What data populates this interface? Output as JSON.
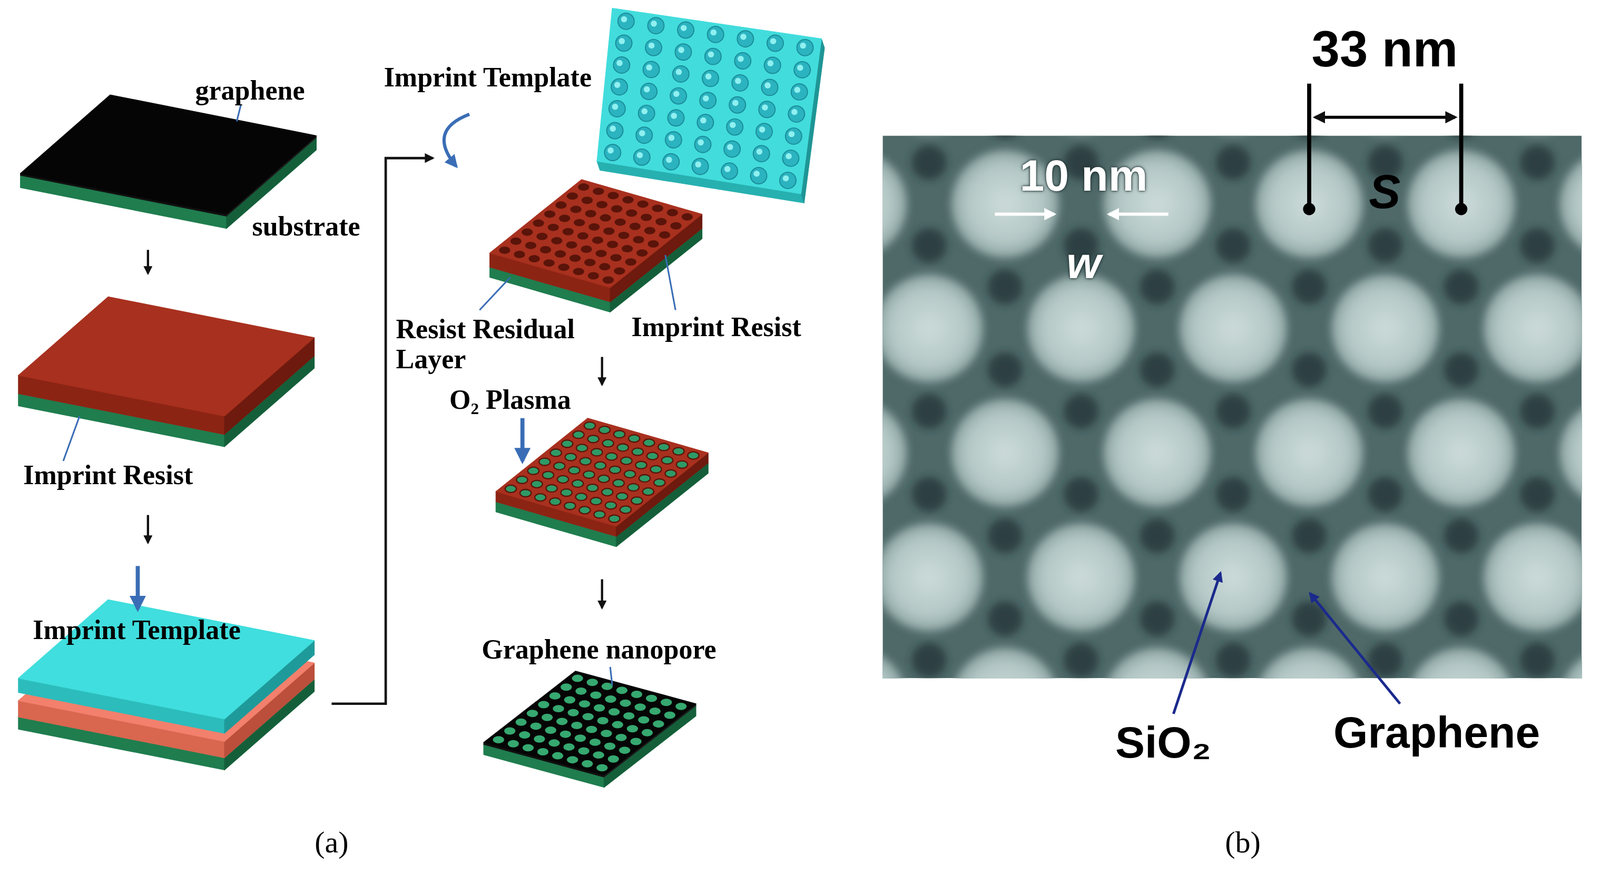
{
  "diagram": {
    "labels": [
      "graphene",
      "substrate",
      "Imprint Resist",
      "Imprint Template",
      "Imprint Template",
      "Resist Residual Layer",
      "Imprint Resist",
      "O₂ Plasma",
      "Graphene nanopore",
      "(a)",
      "33 nm",
      "10 nm",
      "S",
      "w",
      "SiO₂",
      "Graphene",
      "(b)"
    ]
  }
}
